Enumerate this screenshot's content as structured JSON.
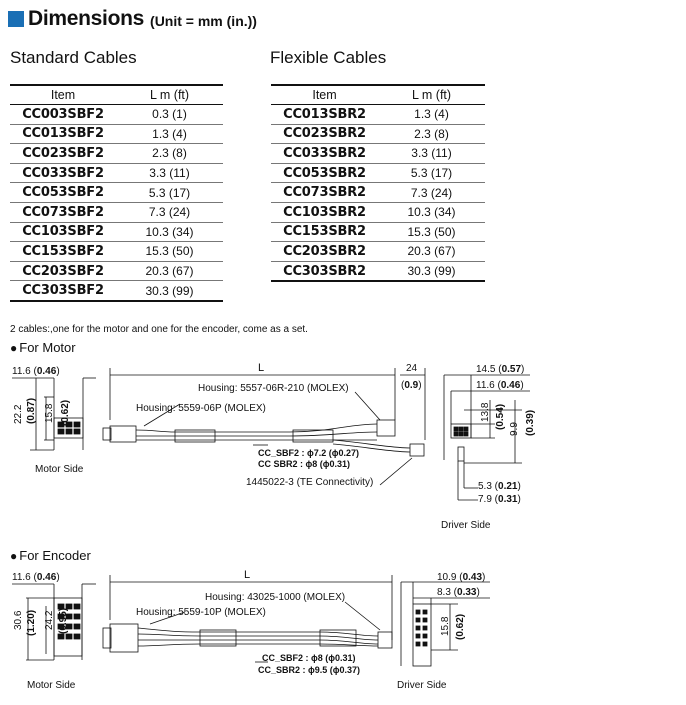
{
  "header": {
    "title": "Dimensions",
    "unit": "(Unit = mm (in.))",
    "accent_color": "#1a6fb5"
  },
  "standard": {
    "title": "Standard Cables",
    "columns": [
      "Item",
      "L m (ft)"
    ],
    "rows": [
      [
        "CC003SBF2",
        "0.3 (1)"
      ],
      [
        "CC013SBF2",
        "1.3 (4)"
      ],
      [
        "CC023SBF2",
        "2.3 (8)"
      ],
      [
        "CC033SBF2",
        "3.3 (11)"
      ],
      [
        "CC053SBF2",
        "5.3 (17)"
      ],
      [
        "CC073SBF2",
        "7.3 (24)"
      ],
      [
        "CC103SBF2",
        "10.3 (34)"
      ],
      [
        "CC153SBF2",
        "15.3 (50)"
      ],
      [
        "CC203SBF2",
        "20.3 (67)"
      ],
      [
        "CC303SBF2",
        "30.3 (99)"
      ]
    ]
  },
  "flexible": {
    "title": "Flexible Cables",
    "columns": [
      "Item",
      "L m (ft)"
    ],
    "rows": [
      [
        "CC013SBR2",
        "1.3 (4)"
      ],
      [
        "CC023SBR2",
        "2.3 (8)"
      ],
      [
        "CC033SBR2",
        "3.3 (11)"
      ],
      [
        "CC053SBR2",
        "5.3 (17)"
      ],
      [
        "CC073SBR2",
        "7.3 (24)"
      ],
      [
        "CC103SBR2",
        "10.3 (34)"
      ],
      [
        "CC153SBR2",
        "15.3 (50)"
      ],
      [
        "CC203SBR2",
        "20.3 (67)"
      ],
      [
        "CC303SBR2",
        "30.3 (99)"
      ]
    ]
  },
  "note": "2 cables:,one for the motor and one for the encoder, come as a set.",
  "motor": {
    "title": "For Motor",
    "motor_side_label": "Motor Side",
    "driver_side_label": "Driver Side",
    "w_mm": "11.6 (",
    "w_in": "0.46",
    "h1_mm": "22.2",
    "h1_in": "(0.87)",
    "h2_mm": "15.8",
    "h2_in": "(0.62)",
    "L": "L",
    "d24": "24",
    "d24_in": "0.9",
    "housing_driver": "Housing: 5557-06R-210 (MOLEX)",
    "housing_motor": "Housing: 5559-06P (MOLEX)",
    "sbf2": "CC_SBF2 : ϕ7.2 (ϕ0.27)",
    "sbr2": "CC  SBR2 : ϕ8 (ϕ0.31)",
    "te": "1445022-3 (TE Connectivity)",
    "dr_w1_mm": "14.5 (",
    "dr_w1_in": "0.57",
    "dr_w2_mm": "11.6 (",
    "dr_w2_in": "0.46",
    "dr_h1_mm": "13.8",
    "dr_h1_in": "(0.54)",
    "dr_h2_mm": "9.9",
    "dr_h2_in": "(0.39)",
    "dr_b1_mm": "5.3 (",
    "dr_b1_in": "0.21",
    "dr_b2_mm": "7.9 (",
    "dr_b2_in": "0.31"
  },
  "encoder": {
    "title": "For Encoder",
    "motor_side_label": "Motor Side",
    "driver_side_label": "Driver Side",
    "w_mm": "11.6 (",
    "w_in": "0.46",
    "h1_mm": "30.6",
    "h1_in": "(1.20)",
    "h2_mm": "24.2",
    "h2_in": "(0.95)",
    "L": "L",
    "housing_driver": "Housing: 43025-1000 (MOLEX)",
    "housing_motor": "Housing: 5559-10P (MOLEX)",
    "sbf2": "CC_SBF2 : ϕ8 (ϕ0.31)",
    "sbr2": "CC_SBR2 : ϕ9.5 (ϕ0.37)",
    "dr_w1_mm": "10.9 (",
    "dr_w1_in": "0.43",
    "dr_w2_mm": "8.3 (",
    "dr_w2_in": "0.33",
    "dr_h_mm": "15.8",
    "dr_h_in": "(0.62)"
  }
}
